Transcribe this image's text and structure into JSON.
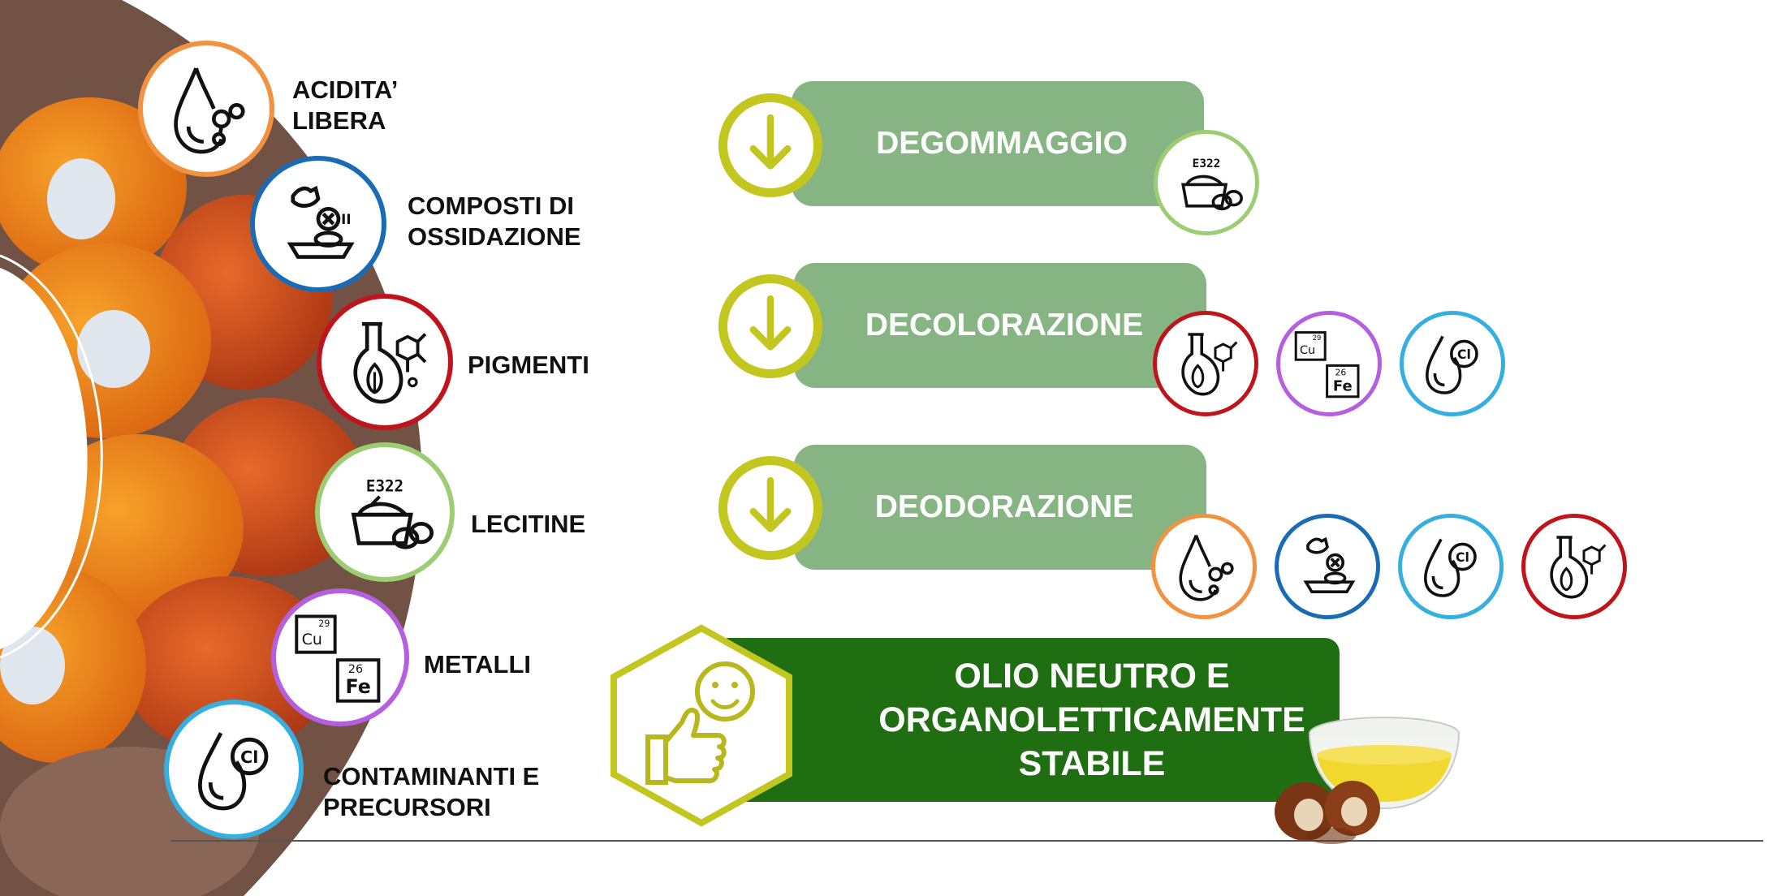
{
  "colors": {
    "orange": "#f2913f",
    "blue": "#1a6bb5",
    "red": "#c0141c",
    "lightgreen": "#9ccd72",
    "purple": "#b65ee0",
    "cyan": "#35aee0",
    "step_green": "#86b583",
    "arrow_yellow": "#c3c61f",
    "final_green": "#1f6e12"
  },
  "components": [
    {
      "label": "ACIDITA’\nLIBERA",
      "icon": "oil-drop-molecule-icon",
      "color": "orange"
    },
    {
      "label": "COMPOSTI DI\nOSSIDAZIONE",
      "icon": "oxidation-dish-icon",
      "color": "blue"
    },
    {
      "label": "PIGMENTI",
      "icon": "pigment-flask-icon",
      "color": "red"
    },
    {
      "label": "LECITINE",
      "icon": "lecithin-e322-icon",
      "color": "lightgreen"
    },
    {
      "label": "METALLI",
      "icon": "metals-cu-fe-icon",
      "color": "purple"
    },
    {
      "label": "CONTAMINANTI E\nPRECURSORI",
      "icon": "chlorine-drop-icon",
      "color": "cyan"
    }
  ],
  "steps": [
    {
      "label": "DEGOMMAGGIO",
      "removes": [
        "lecithin-e322-icon"
      ]
    },
    {
      "label": "DECOLORAZIONE",
      "removes": [
        "pigment-flask-icon",
        "metals-cu-fe-icon",
        "chlorine-drop-icon"
      ]
    },
    {
      "label": "DEODORAZIONE",
      "removes": [
        "oil-drop-molecule-icon",
        "oxidation-dish-icon",
        "chlorine-drop-icon",
        "pigment-flask-icon"
      ]
    }
  ],
  "result": {
    "label": "OLIO NEUTRO E\nORGANOLETTICAMENTE\nSTABILE",
    "icon": "thumbs-up-smiley-icon"
  },
  "icon_text": {
    "e322": "E322",
    "cu": "Cu",
    "cu_num": "29",
    "fe": "Fe",
    "fe_num": "26",
    "cl": "Cl"
  }
}
